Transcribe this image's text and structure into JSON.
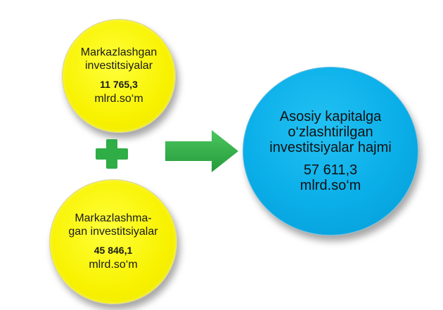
{
  "nodes": {
    "centralized": {
      "label": "Markazlashgan investitsiyalar",
      "value": "11 765,3",
      "unit": "mlrd.so‘m"
    },
    "decentralized": {
      "label": "Markazlashma-gan investitsiyalar",
      "value": "45 846,1",
      "unit": "mlrd.so‘m"
    },
    "total": {
      "label": "Asosiy kapitalga o‘zlashtirilgan investitsiyalar hajmi",
      "value": "57 611,3",
      "unit": "mlrd.so‘m"
    }
  },
  "colors": {
    "yellow": "#f8f200",
    "blue": "#0aaee8",
    "green": "#2fad46"
  },
  "icons": {
    "plus": "plus-icon",
    "arrow": "arrow-right-icon"
  }
}
